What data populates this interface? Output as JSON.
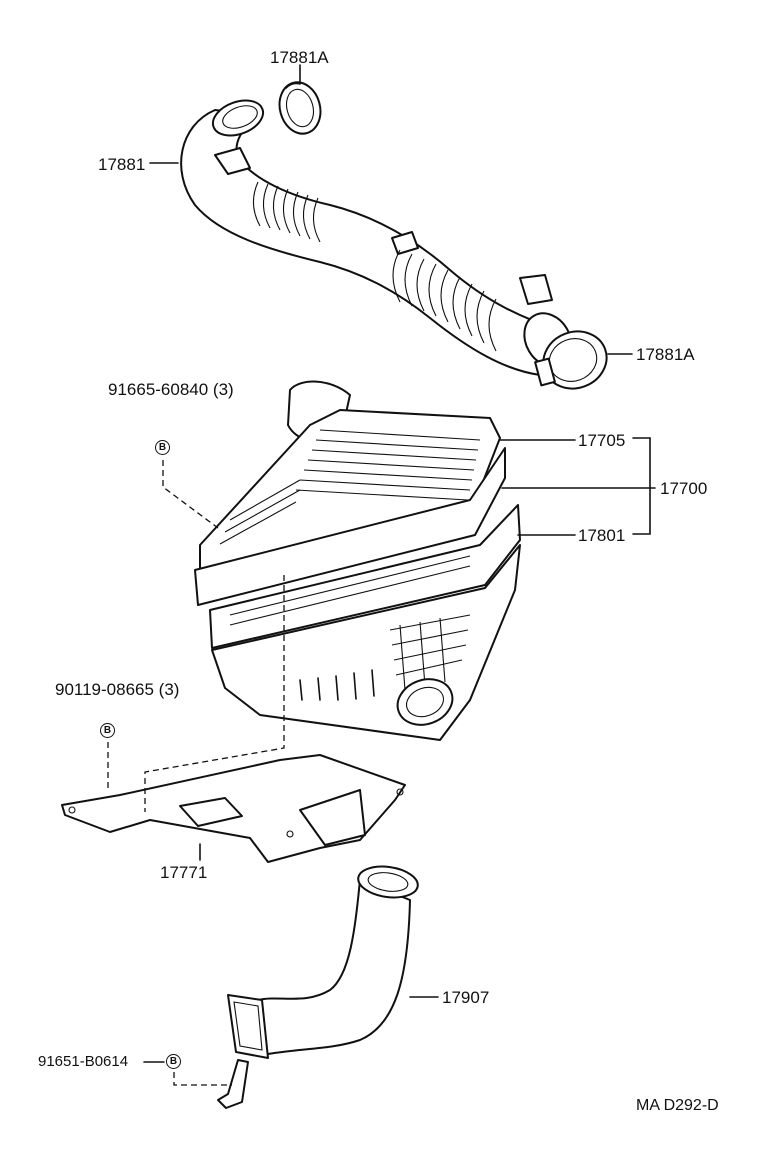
{
  "diagram": {
    "labels": {
      "clamp_upper": "17881A",
      "hose": "17881",
      "clamp_lower": "17881A",
      "cap": "17705",
      "assembly": "17700",
      "element": "17801",
      "bracket": "17771",
      "intake_duct": "17907",
      "bolt_upper": "91665-60840 (3)",
      "bolt_middle": "90119-08665 (3)",
      "bolt_lower": "91651-B0614",
      "ref_code": "MA D292-D"
    },
    "bolt_symbol": "B"
  }
}
